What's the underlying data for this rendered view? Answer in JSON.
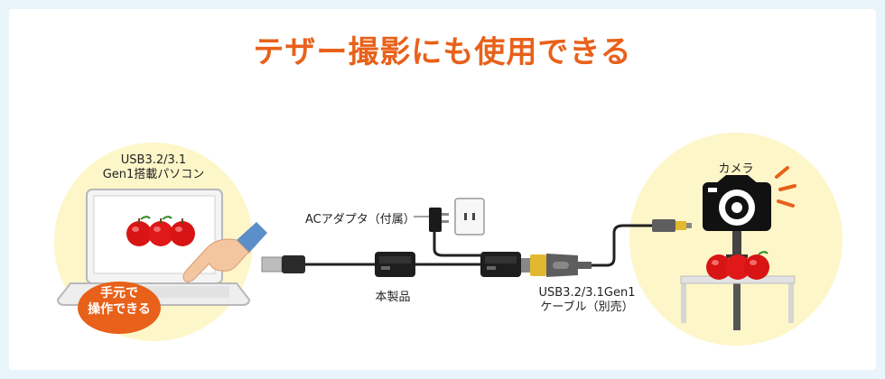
{
  "title": "テザー撮影にも使用できる",
  "labels": {
    "pc_line1": "USB3.2/3.1",
    "pc_line2": "Gen1搭載パソコン",
    "ac_adapter": "ACアダプタ（付属）",
    "product": "本製品",
    "cable_line1": "USB3.2/3.1Gen1",
    "cable_line2": "ケーブル（別売）",
    "camera": "カメラ"
  },
  "badge": {
    "line1": "手元で",
    "line2": "操作できる"
  },
  "colors": {
    "accent": "#e8611a",
    "bubble": "#fdf6c8",
    "apple": "#d81414",
    "usb_connector": "#e2b830"
  },
  "icons": [
    "laptop-icon",
    "apples-icon",
    "pointing-hand-icon",
    "usb-plug-icon",
    "extender-box-icon",
    "ac-adapter-icon",
    "wall-outlet-icon",
    "usb-connector-gold-icon",
    "micro-usb-connector-icon",
    "camera-icon",
    "tripod-table-icon"
  ]
}
